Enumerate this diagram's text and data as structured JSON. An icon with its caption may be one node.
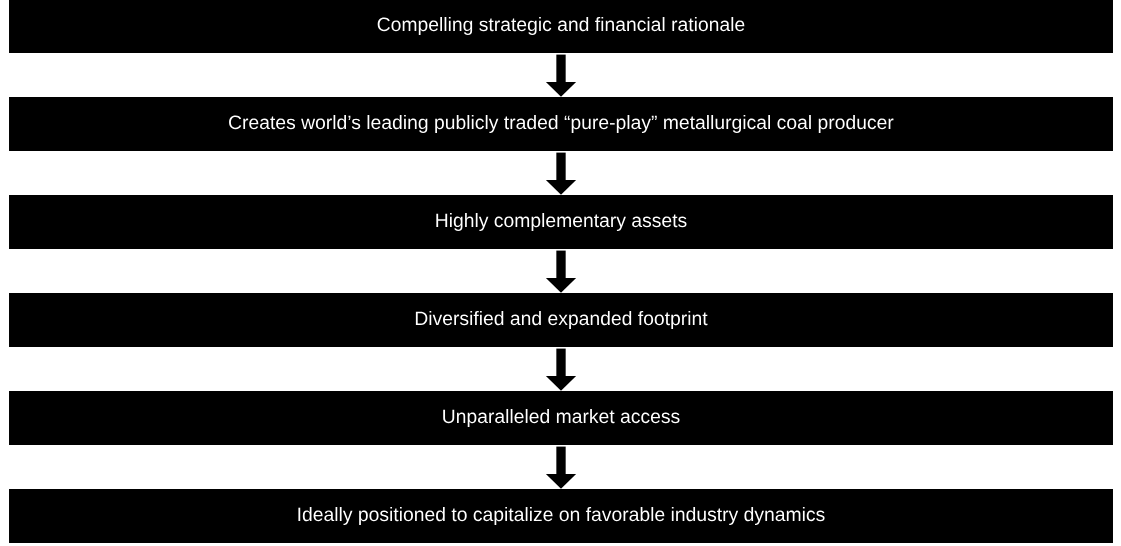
{
  "diagram": {
    "nodes": [
      {
        "text": [
          "Compelling strategic and financial rationale"
        ]
      },
      {
        "text": [
          "Creates world’s leading publicly traded “pure-play” metallurgical coal producer"
        ]
      },
      {
        "text": [
          "Highly complementary assets"
        ]
      },
      {
        "text": [
          "Diversified and expanded footprint"
        ]
      },
      {
        "text": [
          "Unparalleled market access"
        ]
      },
      {
        "text": [
          "Ideally positioned to capitalize on favorable industry dynamics"
        ]
      }
    ],
    "edges": [
      {
        "from": 0,
        "to": 1,
        "arrow": "to"
      },
      {
        "from": 1,
        "to": 2,
        "arrow": "to"
      },
      {
        "from": 2,
        "to": 3,
        "arrow": "to"
      },
      {
        "from": 3,
        "to": 4,
        "arrow": "to"
      },
      {
        "from": 4,
        "to": 5,
        "arrow": "to"
      }
    ]
  }
}
